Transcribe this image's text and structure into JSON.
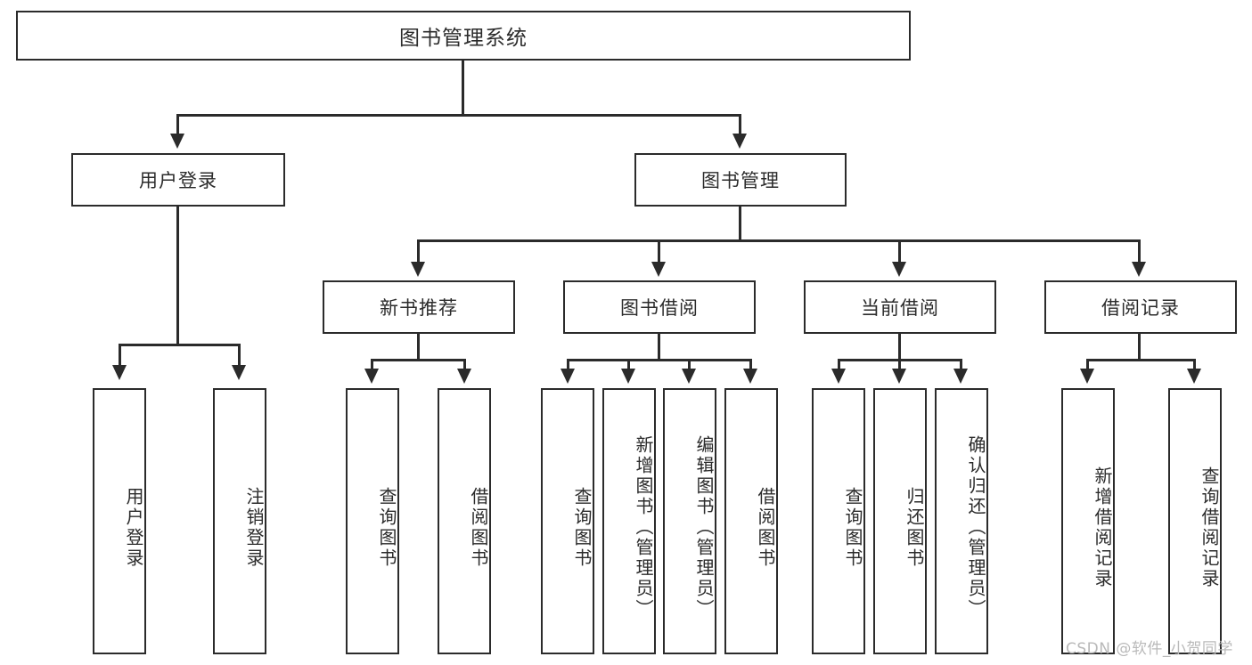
{
  "diagram": {
    "title": "图书管理系统",
    "type": "tree-hierarchy",
    "watermark": "CSDN @软件_小贺同学",
    "colors": {
      "stroke": "#2b2b2b",
      "box_fill": "#ffffff",
      "text": "#2b2b2b",
      "background": "#ffffff",
      "watermark": "#b9b9b9"
    },
    "root": {
      "label": "图书管理系统"
    },
    "level2": [
      {
        "label": "用户登录"
      },
      {
        "label": "图书管理"
      }
    ],
    "level3": [
      {
        "label": "新书推荐"
      },
      {
        "label": "图书借阅"
      },
      {
        "label": "当前借阅"
      },
      {
        "label": "借阅记录"
      }
    ],
    "leaves": {
      "user_login": [
        {
          "label": "用户登录"
        },
        {
          "label": "注销登录"
        }
      ],
      "new_book_recommend": [
        {
          "label": "查询图书"
        },
        {
          "label": "借阅图书"
        }
      ],
      "book_borrow": [
        {
          "label": "查询图书"
        },
        {
          "label": "新增图书（管理员）"
        },
        {
          "label": "编辑图书（管理员）"
        },
        {
          "label": "借阅图书"
        }
      ],
      "current_borrow": [
        {
          "label": "查询图书"
        },
        {
          "label": "归还图书"
        },
        {
          "label": "确认归还（管理员）"
        }
      ],
      "borrow_record": [
        {
          "label": "新增借阅记录"
        },
        {
          "label": "查询借阅记录"
        }
      ]
    }
  }
}
